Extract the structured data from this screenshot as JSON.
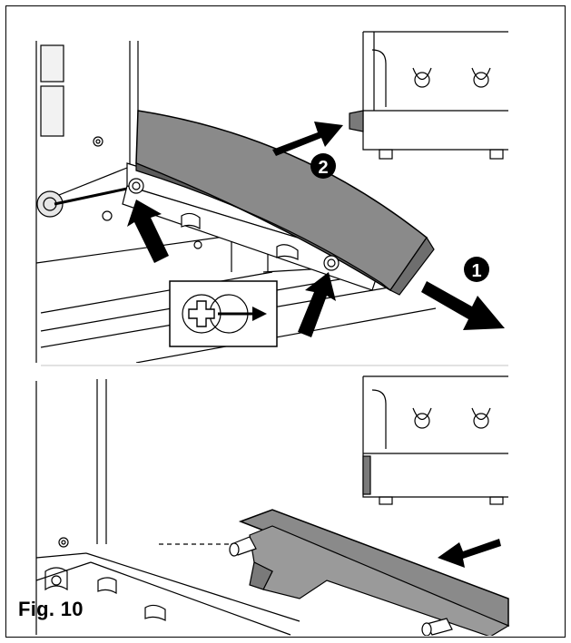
{
  "figure": {
    "label": "Fig. 10",
    "step_markers": [
      "1",
      "2"
    ]
  },
  "colors": {
    "line": "#000000",
    "panel_fill": "#8a8a8a",
    "panel_dark": "#5c5c5c",
    "background": "#ffffff",
    "light_gray": "#e6e6e6"
  },
  "icons": {
    "screw_detail": "phillips-screw-with-arrow",
    "arrows": [
      "pull-out-arrow",
      "push-back-arrow",
      "screw-pointer-arrow",
      "insert-arrow"
    ]
  }
}
